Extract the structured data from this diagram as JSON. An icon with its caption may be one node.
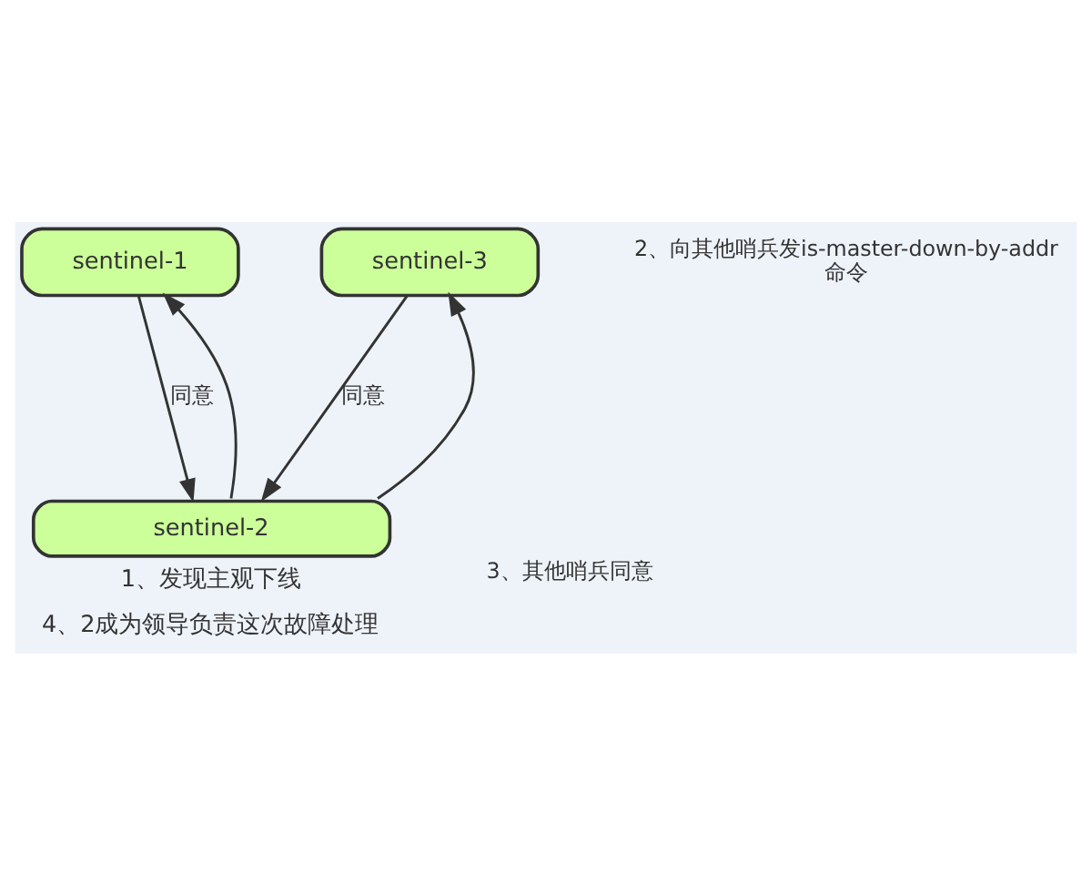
{
  "diagram": {
    "nodes": [
      {
        "text": [
          "sentinel-1"
        ]
      },
      {
        "text": [
          "sentinel-3"
        ]
      },
      {
        "text": [
          "sentinel-2"
        ],
        "beside": [
          "1、发现主观下线",
          "4、2成为领导负责这次故障处理"
        ]
      }
    ],
    "edges": [
      {
        "from": 0,
        "to": 2,
        "arrow": "to",
        "label": "同意"
      },
      {
        "from": 2,
        "to": 0,
        "arrow": "to"
      },
      {
        "from": 2,
        "to": 1,
        "arrow": "to"
      },
      {
        "from": 1,
        "to": 2,
        "arrow": "to",
        "label": "同意"
      }
    ],
    "labels": [
      "2、向其他哨兵发is-master-down-by-addr 命令",
      "3、其他哨兵同意"
    ]
  }
}
